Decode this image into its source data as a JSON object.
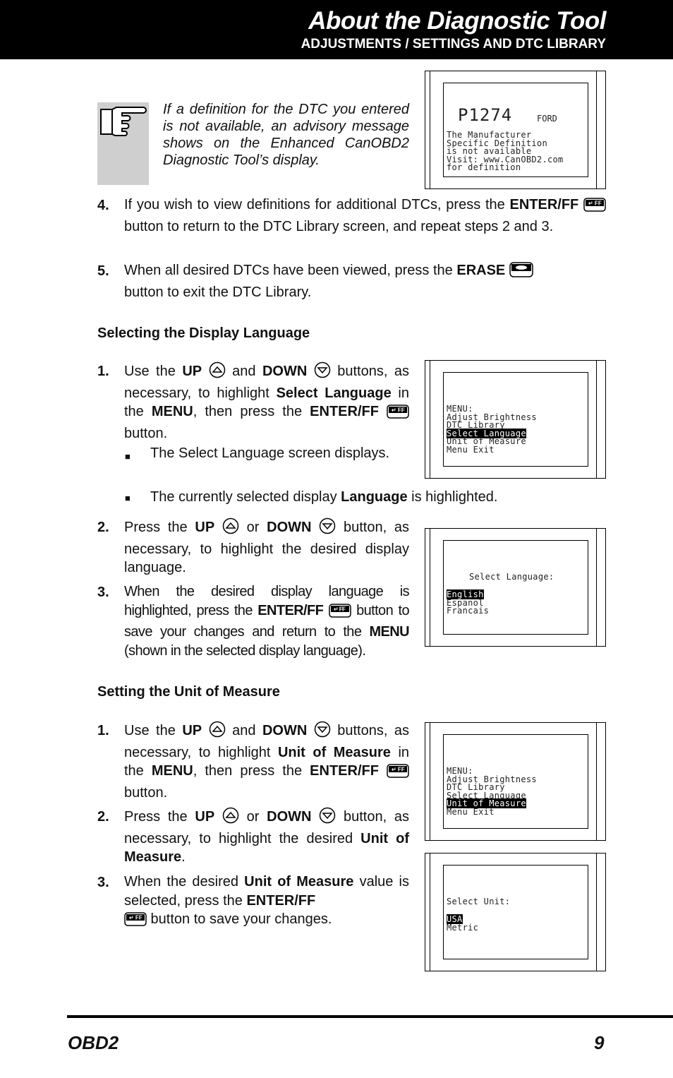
{
  "header": {
    "title": "About the Diagnostic Tool",
    "subtitle": "ADJUSTMENTS / SETTINGS AND DTC LIBRARY"
  },
  "note": {
    "text": "If a definition for the DTC you entered is not available, an advisory message shows on the Enhanced CanOBD2 Diagnostic Tool’s display."
  },
  "screens": {
    "s1": {
      "code": "P1274",
      "make": "FORD",
      "lines": [
        "The Manufacturer",
        "Specific Definition",
        "is not available",
        "Visit: www.CanOBD2.com",
        "for definition"
      ]
    },
    "s2": {
      "lines": [
        "MENU:",
        "Adjust Brightness",
        "DTC Library",
        "Select Language",
        "Unit of Measure",
        "Menu Exit"
      ]
    },
    "s3": {
      "title": "Select Language:",
      "lines": [
        "English",
        "Espanol",
        "Francais"
      ]
    },
    "s4": {
      "lines": [
        "MENU:",
        "Adjust Brightness",
        "DTC Library",
        "Select Language",
        "Unit of Measure",
        "Menu Exit"
      ]
    },
    "s5": {
      "title": "Select Unit:",
      "lines": [
        "USA",
        "Metric"
      ]
    }
  },
  "library_steps": {
    "s4": {
      "num": "4.",
      "a": "If you wish to view definitions for additional DTCs, press the ",
      "b": "ENTER/FF",
      "c": " button to return to the DTC Library screen, and repeat steps 2 and 3."
    },
    "s5": {
      "num": "5.",
      "a": "When all desired DTCs have been viewed, press the ",
      "b": "ERASE",
      "c": " button to exit the DTC Library."
    }
  },
  "language": {
    "heading": "Selecting the Display Language",
    "s1": {
      "num": "1.",
      "a": "Use the ",
      "up": "UP",
      "and": " and ",
      "down": "DOWN",
      "b": " buttons, as necessary, to highlight ",
      "sel": "Select Language",
      "c": " in the ",
      "menu": "MENU",
      "d": ", then press the ",
      "enter": "ENTER/FF",
      "e": " button."
    },
    "b1": "The Select Language screen displays.",
    "b2a": "The currently selected display ",
    "b2b": "Language",
    "b2c": " is highlighted.",
    "s2": {
      "num": "2.",
      "a": "Press the ",
      "up": "UP",
      "or": " or ",
      "down": "DOWN",
      "b": " button, as necessary, to highlight the desired display language."
    },
    "s3": {
      "num": "3.",
      "a": "When the desired display language is highlighted, press the ",
      "enter": "ENTER/FF",
      "b": " button to save your changes and return to the ",
      "menu": "MENU",
      "c": " (shown in the selected display language)."
    }
  },
  "unit": {
    "heading": "Setting the Unit of Measure",
    "s1": {
      "num": "1.",
      "a": "Use the ",
      "up": "UP",
      "and": " and ",
      "down": "DOWN",
      "b": " buttons, as necessary, to highlight ",
      "sel": "Unit of Measure",
      "c": " in the ",
      "menu": "MENU",
      "d": ", then press the ",
      "enter": "ENTER/FF",
      "e": " button."
    },
    "s2": {
      "num": "2.",
      "a": "Press the ",
      "up": "UP",
      "or": " or ",
      "down": "DOWN",
      "b": " button, as necessary, to highlight the desired ",
      "sel": "Unit of Measure",
      "c": "."
    },
    "s3": {
      "num": "3.",
      "a": "When the desired ",
      "sel": "Unit of Measure",
      "b": " value is selected, press the ",
      "enter": "ENTER/FF",
      "c": " button to save your changes."
    }
  },
  "footer": {
    "left": "OBD2",
    "right": "9"
  }
}
